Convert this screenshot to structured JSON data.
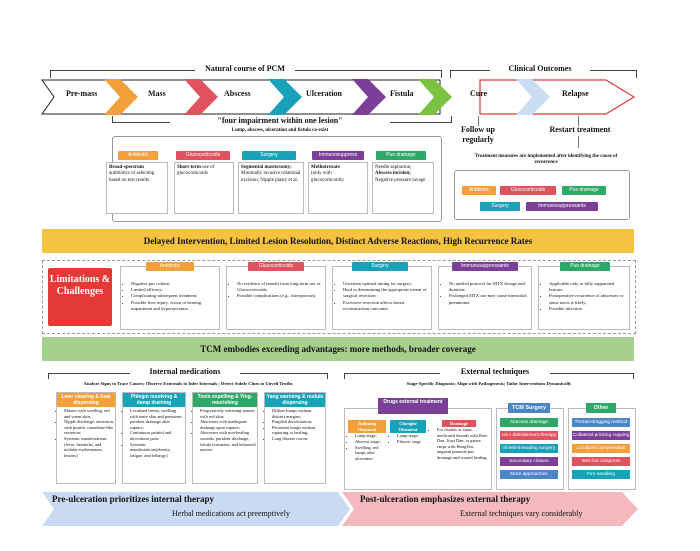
{
  "colors": {
    "accent_red": "#e53935",
    "banner_yellow": "#f5c242",
    "banner_green": "#a8d08d",
    "orange": "#f3a03a",
    "crimson": "#e0525e",
    "teal": "#17a2b8",
    "purple": "#7b3f98",
    "green": "#2ea866",
    "blue": "#4a86c8"
  },
  "timeline": {
    "natural_course_title": "Natural course of PCM",
    "clinical_outcomes_title": "Clinical Outcomes",
    "stages": [
      "Pre-mass",
      "Mass",
      "Abscess",
      "Ulceration",
      "Fistula"
    ],
    "outcome_cure": "Cure",
    "outcome_relapse": "Relapse",
    "four_impairment": "\"four impairment within one lesion\"",
    "coexist": "Lump, abscess, ulceration and fistula co-exist",
    "follow_up": "Follow up regularly",
    "restart": "Restart treatment",
    "treatment_note": "Treatment measures are implemented after identifying the cause of recurrence"
  },
  "treatments": [
    {
      "label": "Antibiotic",
      "bold": "Broad-spectrum",
      "text": "antibiotics or selecting based on test results"
    },
    {
      "label": "Glucocorticoids",
      "bold": "Short-term",
      "text": "use of glucocorticoids"
    },
    {
      "label": "Surgery",
      "bold": "Segmental mastectomy;",
      "text": "Minimally invasive rotational excision; Nipple plasty et al."
    },
    {
      "label": "Immunosuppress",
      "bold": "Methotrexate",
      "text": "(only with glucocorticoids)"
    },
    {
      "label": "Pus drainage",
      "text1": "Needle aspiration;",
      "bold": "Abscess incision;",
      "text": "Negative pressure lavage"
    }
  ],
  "relapse_pills": [
    "Antibiotic",
    "Glucocorticoids",
    "Pus drainage",
    "Surgery",
    "Immunosuppressants"
  ],
  "banner1": "Delayed Intervention, Limited Lesion Resolution, Distinct Adverse Reactions, High Recurrence Rates",
  "limitations": {
    "title": "Limitations & Challenges",
    "cards": [
      {
        "label": "Antibiotic",
        "items": [
          "Negative pus culture;",
          "Limited efficacy;",
          "Complicating subsequent treatment;",
          "Possible liver injury, vision or hearing impairment and hyperuricemia"
        ]
      },
      {
        "label": "Glucocorticoids",
        "items": [
          "No evidence of benefit from long-term use of Glucocorticoids;",
          "Possible complications (e.g., osteoporosis)"
        ]
      },
      {
        "label": "Surgery",
        "items": [
          "Uncertain optimal timing for surgery;",
          "Hard to determining the appropriate extent of surgical resection;",
          "Excessive resection affects breast reconstruction outcomes"
        ]
      },
      {
        "label": "Immunosuppressants",
        "items": [
          "No unified protocol for MTX dosage and duration;",
          "Prolonged MTX use may cause interstitial pneumonia"
        ]
      },
      {
        "label": "Pus drainage",
        "items": [
          "Applicable only to fully suppurated lesions;",
          "Postoperative recurrence of abscesses or sinus tracts is likely;",
          "Possible infection"
        ]
      }
    ]
  },
  "banner2": "TCM embodies exceeding advantages: more methods, broader coverage",
  "internal": {
    "title": "Internal medications",
    "subtitle": "Analyze Signs to Trace Causes; Observe Externals to Infer Internals ; Detect Subtle Clues to Unveil Truths",
    "cards": [
      {
        "label": "Liver clearing & heat dispersing",
        "items": [
          "Masses with swelling, red and warm skin;",
          "Nipple discharge, retraction, with pruritic comedone-like secretion;",
          "Systemic manifestations (fever, headache, and nodular erythematous lesions)"
        ]
      },
      {
        "label": "Phlegm resolving & damp draining",
        "items": [
          "Localized breast, swelling with tense skin and persistent purulent drainage after rupture;",
          "Continuous painful and ulcerations pain;",
          "Systemic manifestations(obesity, fatigue, and lethargy)"
        ]
      },
      {
        "label": "Toxin expelling & Ying-nourishing",
        "items": [
          "Progressively softening masses with red skin;",
          "Abscesses with inadequate drainage upon rupture;",
          "Abscesses with non-healing wounds, purulent discharge, fistula formation, and indurated masses"
        ]
      },
      {
        "label": "Yang warming & nodule dispersing",
        "items": [
          "Diffuse lumps without distinct margins;",
          "Pusplish discoloration;",
          "Persistent lumps without rupturing or healing;",
          "Long disease course"
        ]
      }
    ]
  },
  "external": {
    "title": "External techniques",
    "subtitle": "Stage-Specific Diagnosis; Align with Pathogenesis; Tailor Interventions Dynamically",
    "drugs_header": "Drugs external treatment",
    "drugs": [
      {
        "label": "Jinhuang Ointment",
        "items": [
          "Lump stage;",
          "Abscess stage;",
          "Swelling, red lumps after ulceration"
        ]
      },
      {
        "label": "Chonghe Ointment",
        "items": [
          "Lump stage;",
          "Fibrotic stage"
        ]
      },
      {
        "label": "Drainage",
        "items": [
          "For fistulas or sinus, medicated threads with Baer Dan, Jiuyi Dan, or gauze strips with HongYou unguent promote pus drainage and wound healing."
        ]
      }
    ],
    "tcm_surgery": {
      "title": "TCM Surgery",
      "items": [
        "Abscess drainage",
        "Lie-I debridement therapy",
        "Shield-threading surgery",
        "Secondary closure",
        "More approaches"
      ]
    },
    "other": {
      "title": "Other",
      "items": [
        "Thread-dragging method",
        "Collateral-pricking cupping",
        "Localized compression",
        "Wet hot compress",
        "Fire needling"
      ]
    }
  },
  "bottom": {
    "left_title": "Pre-ulceration prioritizes internal therapy",
    "left_sub": "Herbal medications act preemptively",
    "right_title": "Post-ulceration emphasizes external therapy",
    "right_sub": "External techniques vary considerably"
  }
}
